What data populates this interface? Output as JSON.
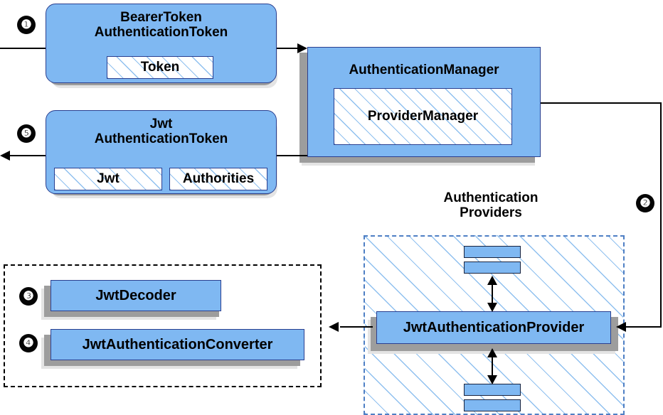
{
  "diagram": {
    "title": "Spring Security Bearer Token / JWT authentication flow",
    "colors": {
      "node_fill": "#7fb8f2",
      "node_border": "#2a3f8f",
      "hatch_stripe": "#8fc0ef",
      "region_border": "#4e7fc4",
      "group_border": "#000000",
      "shadow_dark": "#9d9d9d",
      "shadow_light": "#e4e4e4",
      "line": "#000000",
      "badge_fill": "#050505",
      "badge_text": "#ffffff"
    }
  },
  "steps": {
    "one": "❶",
    "two": "❷",
    "three": "❸",
    "four": "❹",
    "five": "❺"
  },
  "nodes": {
    "bearer_token": {
      "title_line1": "BearerToken",
      "title_line2": "AuthenticationToken",
      "field_token": "Token"
    },
    "jwt_token": {
      "title_line1": "Jwt",
      "title_line2": "AuthenticationToken",
      "field_jwt": "Jwt",
      "field_authorities": "Authorities"
    },
    "authentication_manager": {
      "title": "AuthenticationManager",
      "field_provider_manager": "ProviderManager"
    },
    "providers_region": {
      "label_line1": "Authentication",
      "label_line2": "Providers"
    },
    "jwt_provider": {
      "title": "JwtAuthenticationProvider"
    },
    "jwt_decoder": {
      "title": "JwtDecoder"
    },
    "jwt_converter": {
      "title": "JwtAuthenticationConverter"
    }
  }
}
